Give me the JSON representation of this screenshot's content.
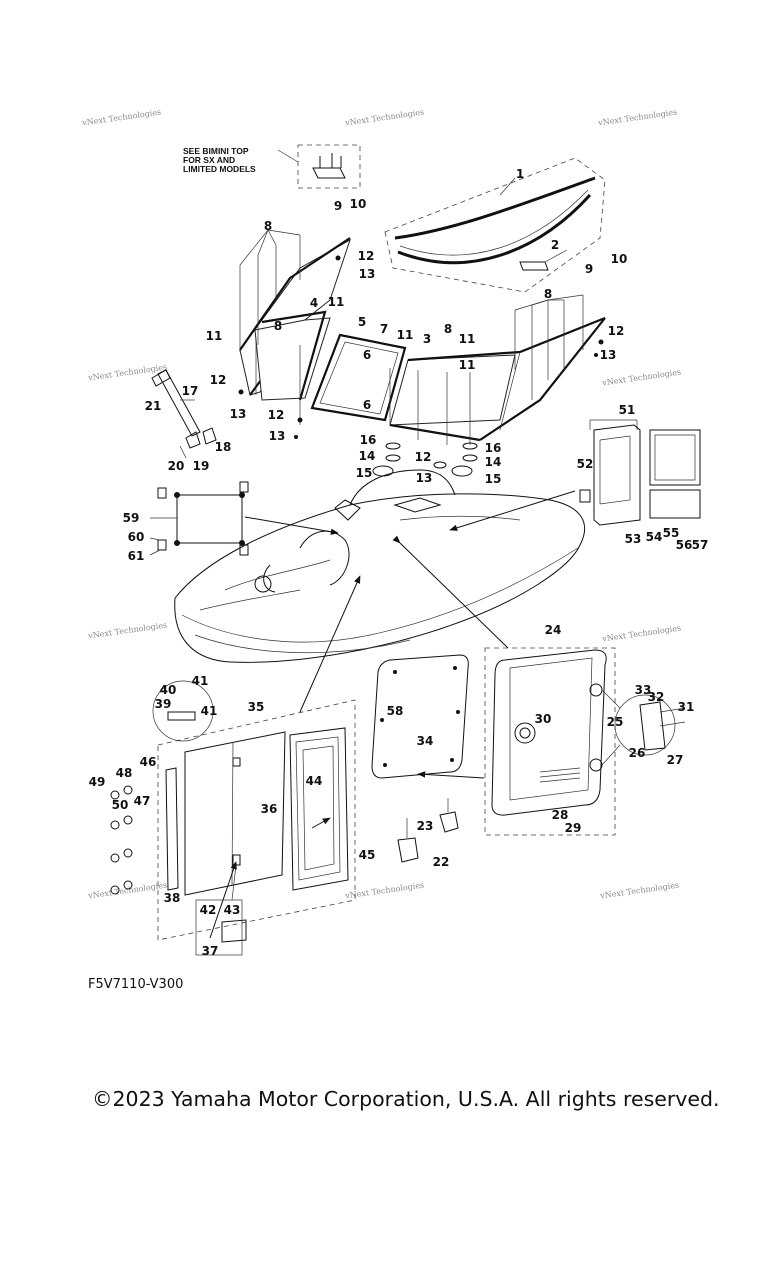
{
  "diagram": {
    "note_lines": [
      "SEE BIMINI TOP",
      "FOR SX AND",
      "LIMITED MODELS"
    ],
    "watermark": "vNext Technologies",
    "part_labels": [
      "1",
      "2",
      "3",
      "4",
      "5",
      "6",
      "6",
      "7",
      "8",
      "8",
      "8",
      "8",
      "9",
      "9",
      "10",
      "10",
      "11",
      "11",
      "11",
      "11",
      "11",
      "12",
      "12",
      "12",
      "12",
      "12",
      "13",
      "13",
      "13",
      "13",
      "13",
      "14",
      "14",
      "15",
      "15",
      "16",
      "16",
      "17",
      "18",
      "19",
      "20",
      "21",
      "22",
      "23",
      "24",
      "25",
      "26",
      "27",
      "28",
      "29",
      "30",
      "31",
      "32",
      "33",
      "34",
      "35",
      "36",
      "37",
      "38",
      "39",
      "40",
      "41",
      "41",
      "42",
      "43",
      "44",
      "45",
      "46",
      "47",
      "48",
      "49",
      "50",
      "51",
      "52",
      "53",
      "54",
      "55",
      "56",
      "57",
      "58",
      "59",
      "60",
      "61"
    ]
  },
  "figure_code": "F5V7110-V300",
  "copyright": "©2023 Yamaha Motor Corporation, U.S.A. All rights reserved."
}
